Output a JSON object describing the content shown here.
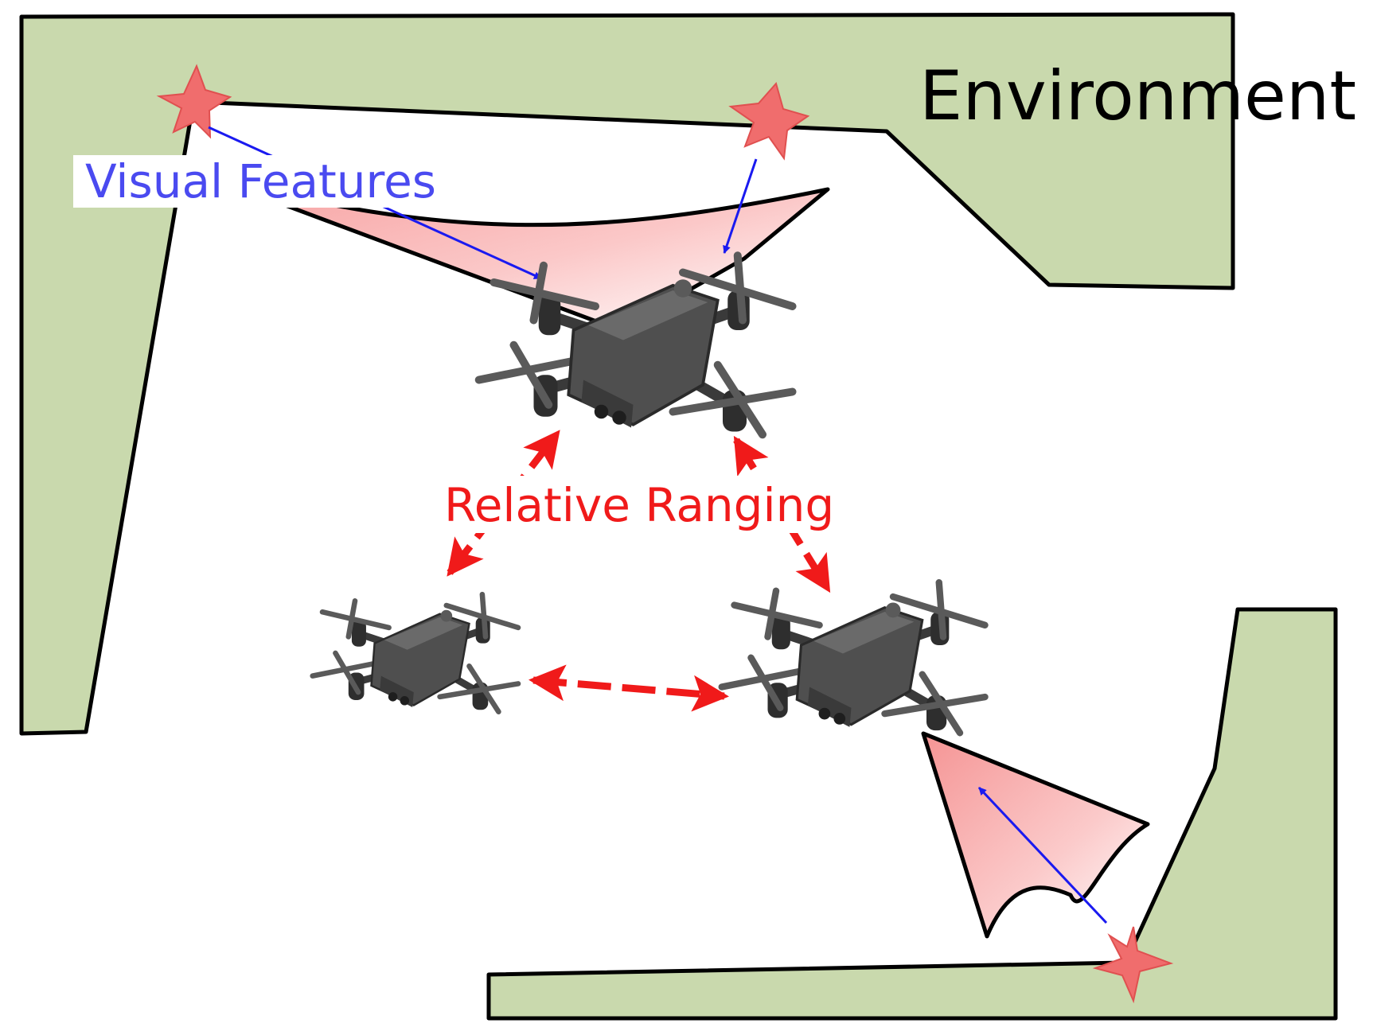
{
  "labels": {
    "environment": "Environment",
    "visual_features": "Visual Features",
    "relative_ranging": "Relative Ranging"
  },
  "colors": {
    "environment_fill": "#c9d9ad",
    "environment_stroke": "#000000",
    "feature_star": "#f06d6d",
    "feature_arrow": "#1a1af0",
    "visual_label": "#4a4af0",
    "ranging": "#f01a1a",
    "camera_fov": "#f7a5a5",
    "drone_body": "#4a4a4a"
  },
  "icons": {
    "feature": "star-icon",
    "agent": "quadrotor-drone-icon"
  }
}
